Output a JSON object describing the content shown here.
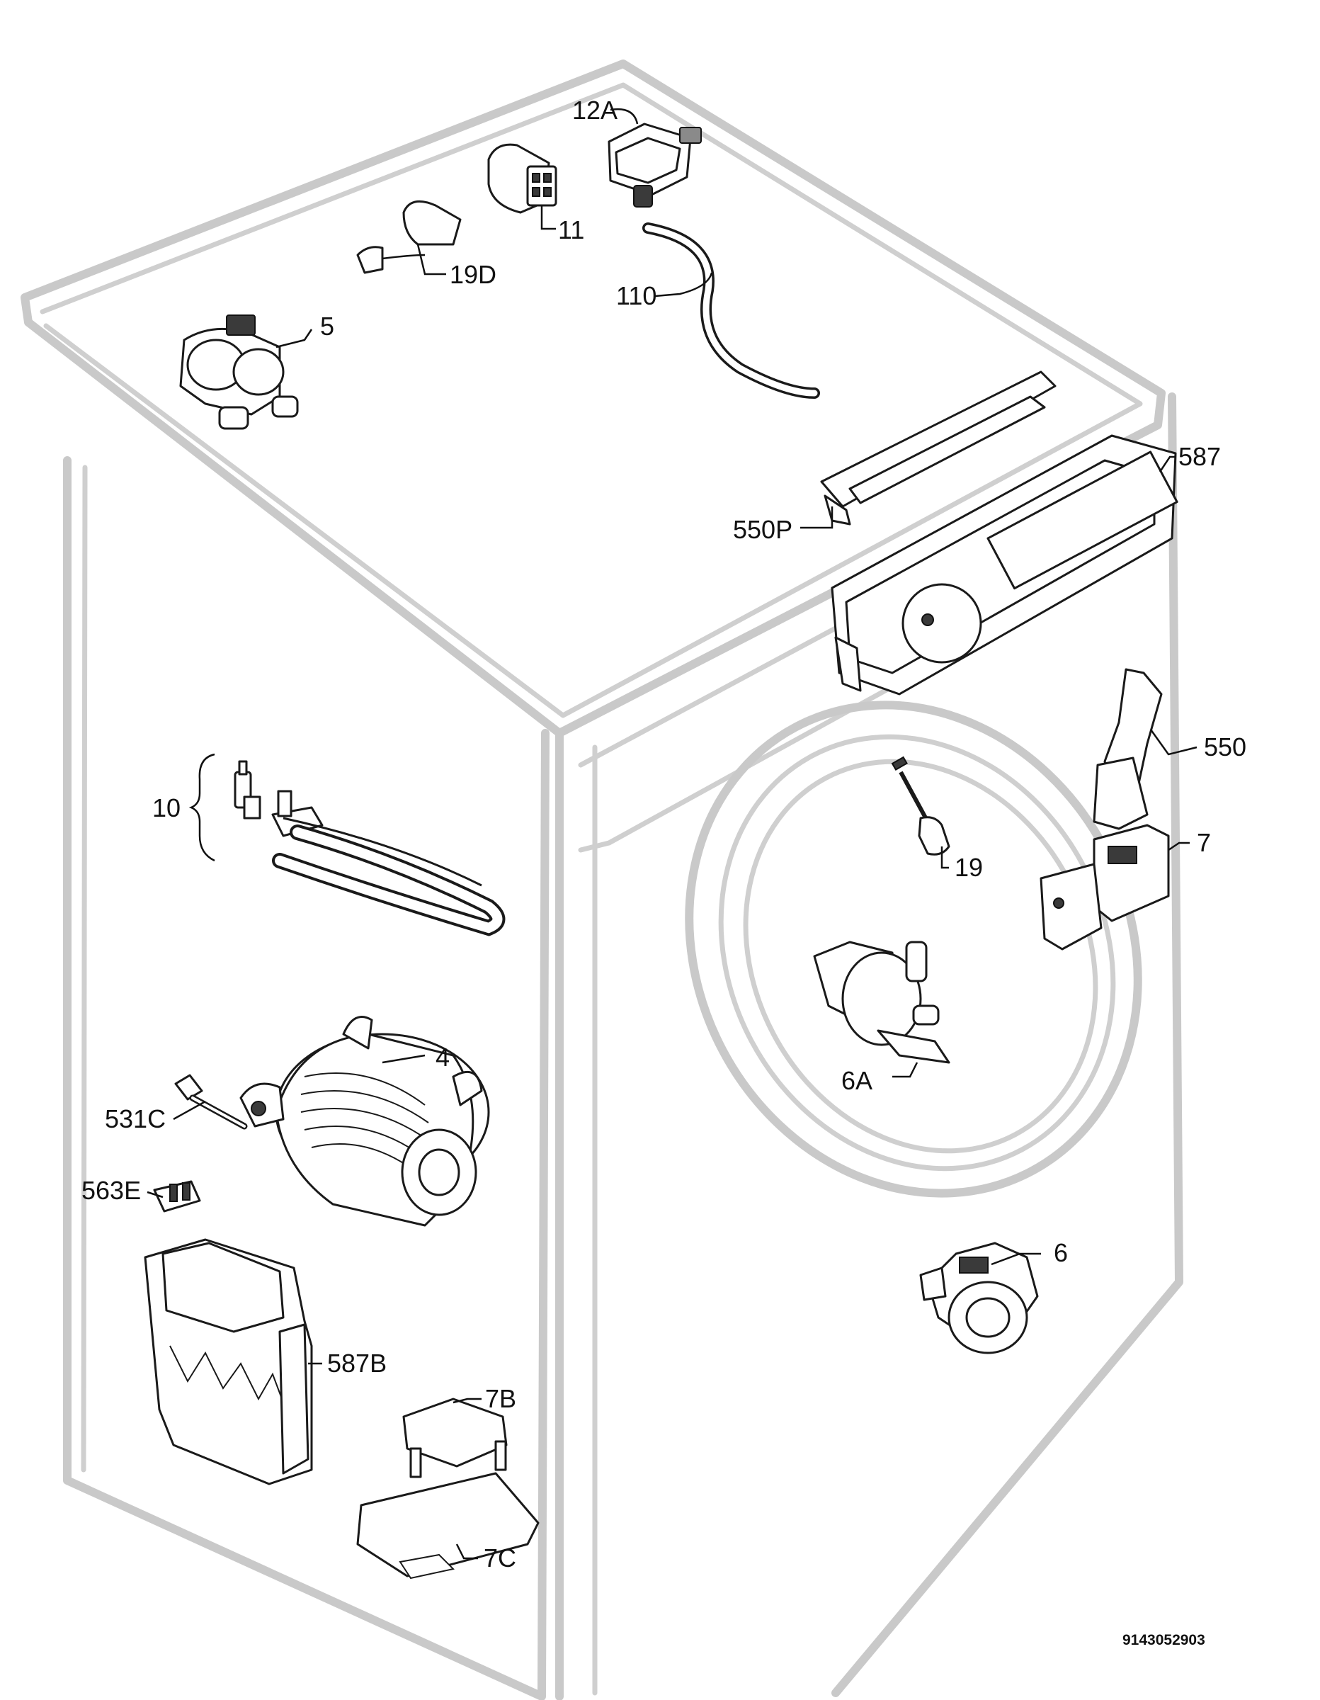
{
  "document": {
    "drawing_number": "9143052903"
  },
  "callouts": [
    {
      "id": "12A",
      "label": "12A"
    },
    {
      "id": "11",
      "label": "11"
    },
    {
      "id": "19D",
      "label": "19D"
    },
    {
      "id": "110",
      "label": "110"
    },
    {
      "id": "5",
      "label": "5"
    },
    {
      "id": "587",
      "label": "587"
    },
    {
      "id": "550P",
      "label": "550P"
    },
    {
      "id": "550",
      "label": "550"
    },
    {
      "id": "10",
      "label": "10"
    },
    {
      "id": "19",
      "label": "19"
    },
    {
      "id": "7",
      "label": "7"
    },
    {
      "id": "4",
      "label": "4"
    },
    {
      "id": "6A",
      "label": "6A"
    },
    {
      "id": "531C",
      "label": "531C"
    },
    {
      "id": "563E",
      "label": "563E"
    },
    {
      "id": "6",
      "label": "6"
    },
    {
      "id": "587B",
      "label": "587B"
    },
    {
      "id": "7B",
      "label": "7B"
    },
    {
      "id": "7C",
      "label": "7C"
    }
  ]
}
